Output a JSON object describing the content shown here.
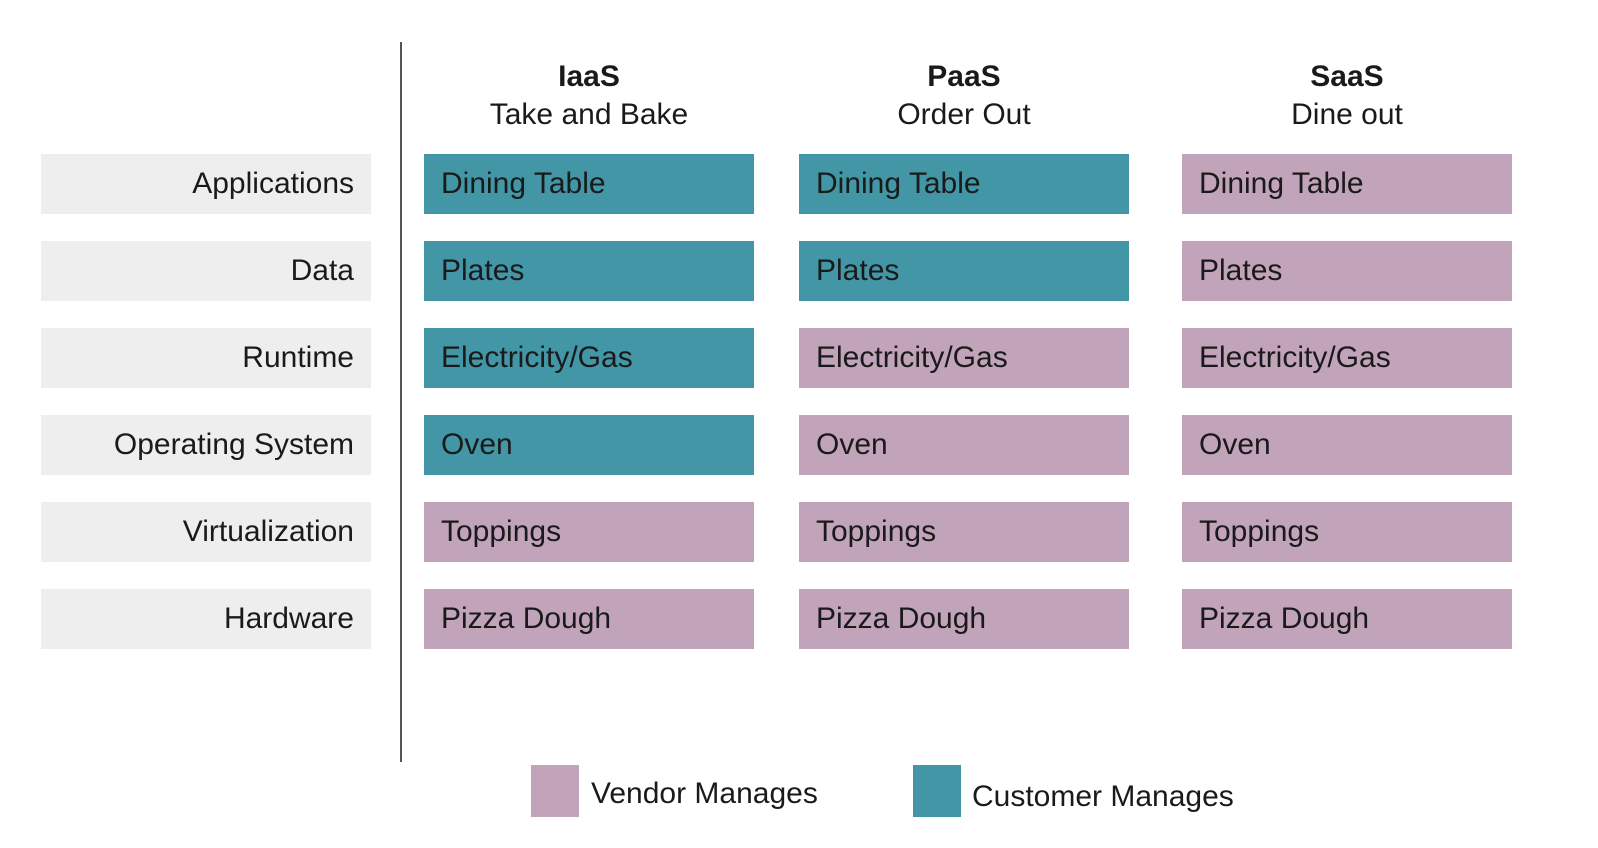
{
  "colors": {
    "vendor": "#c1a3ba",
    "customer": "#4296a6",
    "row_label_bg": "#eeeeee"
  },
  "columns": [
    {
      "title": "IaaS",
      "subtitle": "Take and Bake",
      "cells": [
        {
          "text": "Dining Table",
          "manager": "customer"
        },
        {
          "text": "Plates",
          "manager": "customer"
        },
        {
          "text": "Electricity/Gas",
          "manager": "customer"
        },
        {
          "text": "Oven",
          "manager": "customer"
        },
        {
          "text": "Toppings",
          "manager": "vendor"
        },
        {
          "text": "Pizza Dough",
          "manager": "vendor"
        }
      ]
    },
    {
      "title": "PaaS",
      "subtitle": "Order Out",
      "cells": [
        {
          "text": "Dining Table",
          "manager": "customer"
        },
        {
          "text": "Plates",
          "manager": "customer"
        },
        {
          "text": "Electricity/Gas",
          "manager": "vendor"
        },
        {
          "text": "Oven",
          "manager": "vendor"
        },
        {
          "text": "Toppings",
          "manager": "vendor"
        },
        {
          "text": "Pizza Dough",
          "manager": "vendor"
        }
      ]
    },
    {
      "title": "SaaS",
      "subtitle": "Dine out",
      "cells": [
        {
          "text": "Dining Table",
          "manager": "vendor"
        },
        {
          "text": "Plates",
          "manager": "vendor"
        },
        {
          "text": "Electricity/Gas",
          "manager": "vendor"
        },
        {
          "text": "Oven",
          "manager": "vendor"
        },
        {
          "text": "Toppings",
          "manager": "vendor"
        },
        {
          "text": "Pizza Dough",
          "manager": "vendor"
        }
      ]
    }
  ],
  "rows": [
    "Applications",
    "Data",
    "Runtime",
    "Operating System",
    "Virtualization",
    "Hardware"
  ],
  "legend": {
    "vendor_label": "Vendor Manages",
    "customer_label": "Customer Manages"
  }
}
